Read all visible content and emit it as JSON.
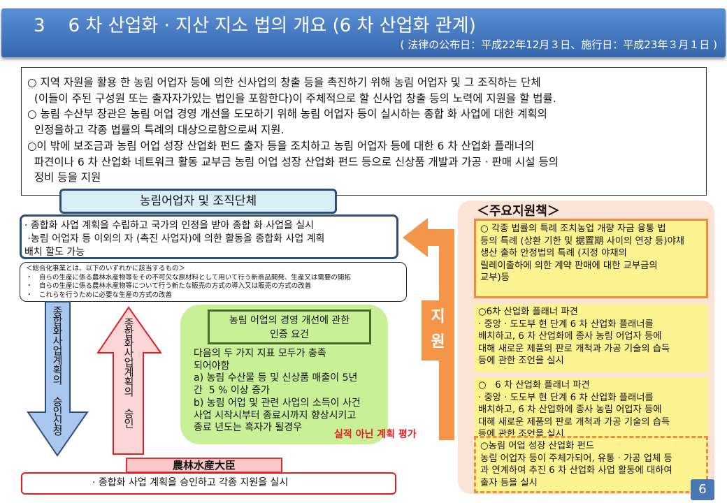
{
  "header": {
    "title": "3    6 차 산업화 · 지산 지소 법의 개요 (6 차 산업화 관계)",
    "subtitle": "( 法律の公布日：平成22年12月３日、施行日：平成23年３月１日 )"
  },
  "intro": [
    "○ 지역 자원을 활용 한 농림 어업자 등에 의한 신사업의 창출 등을 촉진하기 위해 농림 어업자 및 그 조직하는 단체\n  (이들이 주된 구성원 또는 출자자가있는 법인을 포함한다)이 주체적으로 할 신사업 창출 등의 노력에 지원을 할 법률.",
    "○ 농림 수산부 장관은 농림 어업 경영 개선을 도모하기 위해 농림 어업자 등이 실시하는 종합 화 사업에 대한 계획의\n  인정을하고 각종 법률의 특례의 대상으로함으로써 지원.",
    "○이 밖에 보조금과 농림 어업 성장 산업화 펀드 출자 등을 조치하고 농림 어업자 등에 대한 6 차 산업화 플래너의\n  파견이나 6 차 산업화 네트워크 활동 교부금 농림 어업 성장 산업화 펀드 등으로 신상품 개발과 가공 · 판매 시설 등의\n  정비 등을 지원"
  ],
  "org": {
    "title": "농림어업자 및 조직단체",
    "body": "· 종합화 사업 계획을 수립하고 국가의 인정을 받아 종합 화 사업을 실시\n ·농림 어업자 등 이외의 자 (촉진 사업자)에 의한 활동을 종합화 사업 계획\n배치 할도 가능"
  },
  "jp": [
    "＜総合化事業とは、以下のいずれかに該当するもの＞",
    "・　自らの生産に係る農林水産物等をその不可欠な原材料として用いて行う新商品開発、生産又は需要の開拓",
    "・　自らの生産に係る農林水産物等について行う新たな販売の方式の導入又は販売の方式の改善",
    "・　これらを行うために必要な生産の方式の改善"
  ],
  "arrows": {
    "down": "종합화사업계획의 승인신청",
    "up": "종합화사업계획의 승인",
    "support": "지원"
  },
  "requirements": {
    "title": "농림 어업의 경영 개선에 관한\n인증 요건",
    "lines": [
      "다음의 두 가지 지표 모두가 충족",
      "되어야함",
      "a) 농림 수산물 등 및 신상품 매출이 5년",
      "간  5 % 이상 증가",
      "b) 농림 어업 및 관련 사업의 소득이 사건",
      "사업 시작시부터 종료시까지 향상시키고",
      "종료 년도는 흑자가 될경우"
    ],
    "note": "실적 아닌 계획 평가"
  },
  "minister": {
    "title": "農林水産大臣",
    "body": "· 종합화 사업 계획을 승인하고 각종 지원을 실시"
  },
  "support_measures": {
    "title": "＜주요지원책＞",
    "items": [
      [
        "○ 각종 법률의 특례 조치농업 개량 자금 융통 법",
        "등의 특례 (상환 기한 및 据置期 사이의 연장 등)야채",
        "생산 출하 안정법의 특례 (지정 야채의",
        "릴레이출하에 의한 계약 판매에 대한 교부금의",
        "교부)등"
      ],
      [
        "○6차 산업화 플래너 파견",
        "· 중앙 · 도도부 현 단계 6 차 산업화 플래너를",
        "배치하고, 6 차 산업화에 종사 농림 어업자 등에",
        "대해 새로운 제품의 판로 개척과 가공 기술의 습득",
        "등에 관한 조언을 실시"
      ],
      [
        "○   6 차 산업화 플래너 파견",
        "· 중앙 · 도도부 현 단계 6 차 산업화 플래너를",
        "배치하고, 6 차 산업화에 종사 농림 어업자 등에",
        "대해 새로운 제품의 판로 개척과 가공 기술의 습득",
        "등에 관한 조언을 실시"
      ],
      [
        "○농림 어업 성장 산업화 펀드",
        "농림 어업자 등이 주체가되어, 유통 · 가공 업체 등",
        "과 연계하여 추진 6 차 산업화 사업 활동에 대하여",
        "출자 등을 실시"
      ]
    ]
  },
  "page_number": "6"
}
